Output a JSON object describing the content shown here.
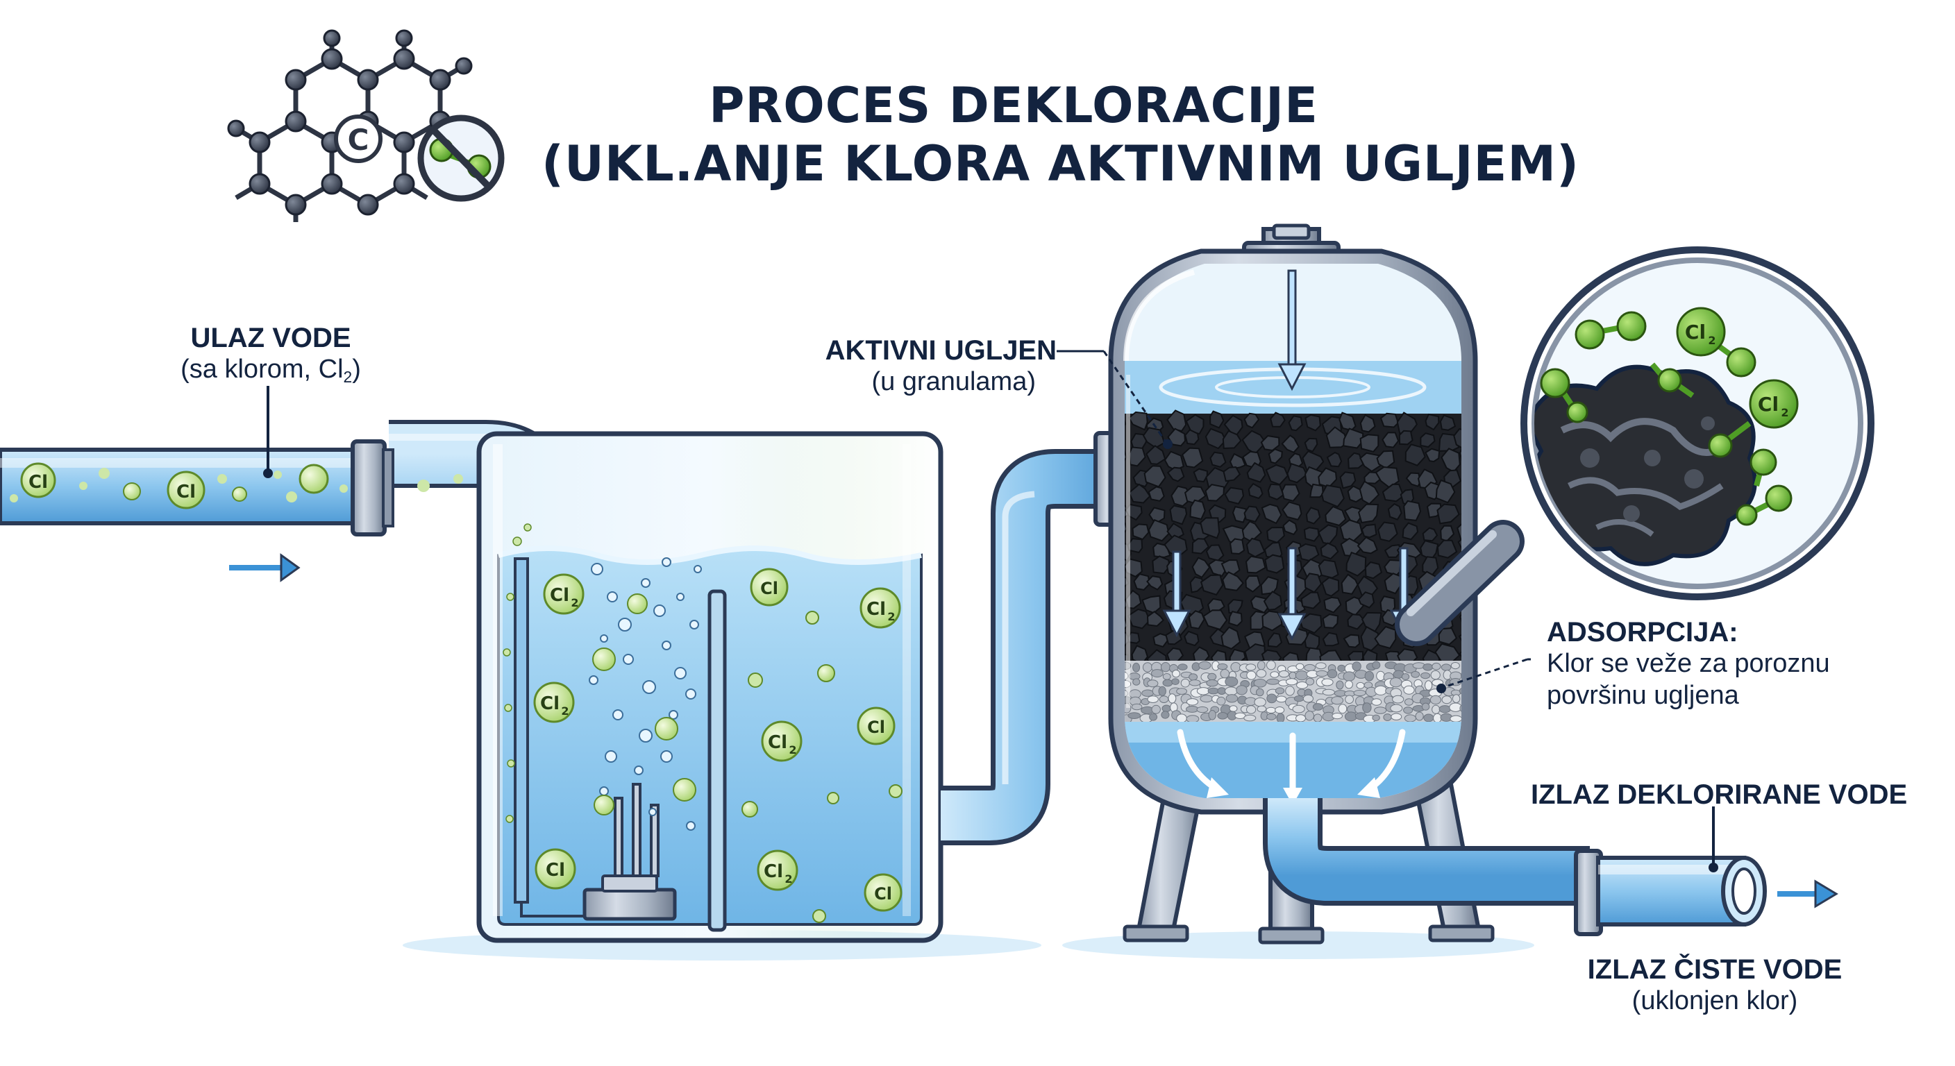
{
  "title": {
    "line1": "PROCES DEKLORACIJE",
    "line2": "(UKL.ANJE KLORA AKTIVNIM UGLJEM)"
  },
  "labels": {
    "inlet": {
      "heading": "ULAZ VODE",
      "sub_prefix": "(sa klorom, Cl",
      "sub_index": "2",
      "sub_suffix": ")"
    },
    "carbon": {
      "heading": "AKTIVNI UGLJEN",
      "sub": "(u granulama)"
    },
    "adsorption": {
      "heading": "ADSORPCIJA:",
      "line1": "Klor se veže za poroznu",
      "line2": "površinu ugljena"
    },
    "outlet": {
      "heading": "IZLAZ DEKLORIRANE VODE"
    },
    "clean": {
      "heading": "IZLAZ ČISTE VODE",
      "sub": "(uklonjen klor)"
    }
  },
  "molecules": {
    "cl_text": "Cl",
    "cl2_text": "Cl",
    "cl2_index": "2",
    "carbon_symbol": "C"
  },
  "colors": {
    "text": "#13233f",
    "water": "#9fd2f2",
    "water_dark": "#5aa6dc",
    "pipe_outline": "#2b3a55",
    "chlorine_green": "#6cbf3a",
    "carbon_black": "#1d1f24"
  },
  "icons": [
    "graphene-icon",
    "no-chlorine-icon",
    "flow-arrow-icon",
    "magnifier-icon"
  ]
}
